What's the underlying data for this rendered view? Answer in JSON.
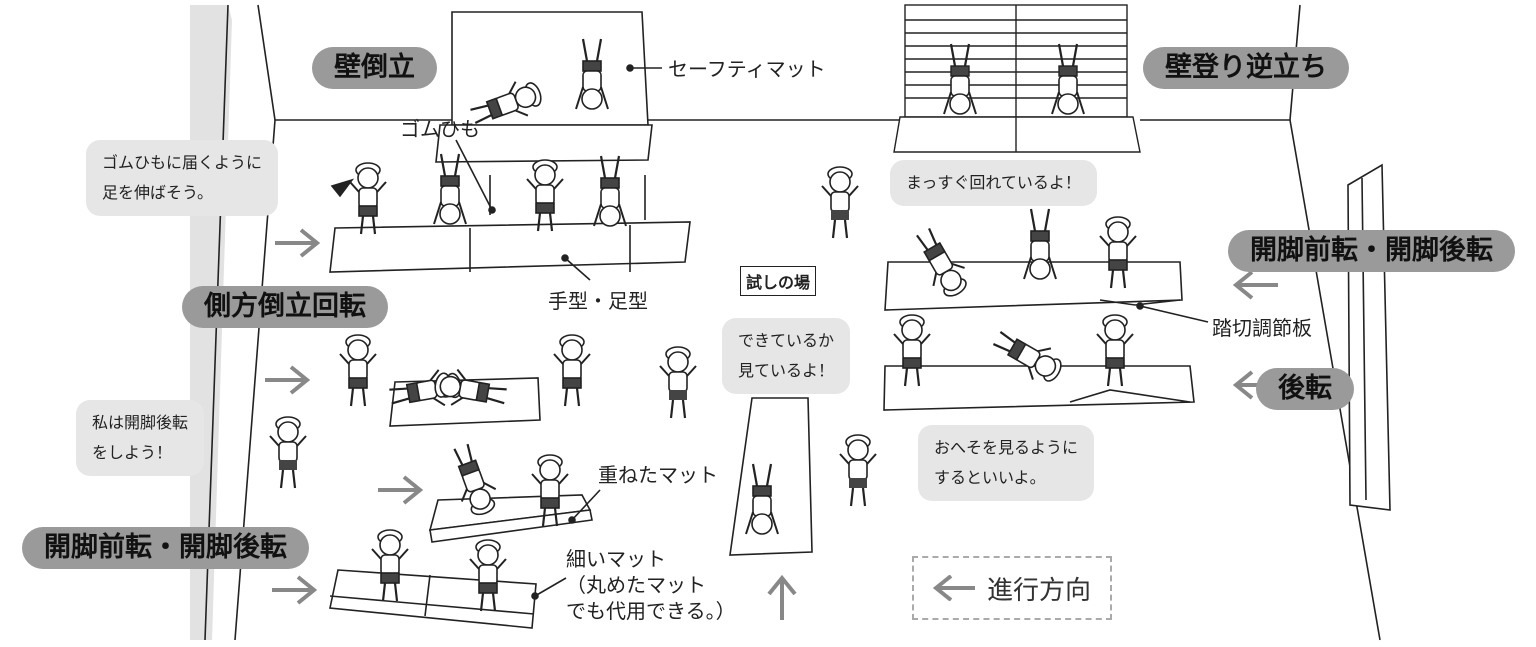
{
  "labels": {
    "wall_handstand": "壁倒立",
    "wall_climb_handstand": "壁登り逆立ち",
    "cartwheel": "側方倒立回転",
    "straddle_left": "開脚前転・開脚後転",
    "straddle_right": "開脚前転・開脚後転",
    "backward_roll": "後転",
    "safety_mat": "セーフティマット",
    "rubber_string": "ゴムひも",
    "hand_foot_marks": "手型・足型",
    "stacked_mats": "重ねたマット",
    "thin_mat_line1": "細いマット",
    "thin_mat_line2": "（丸めたマット",
    "thin_mat_line3": "でも代用できる。）",
    "springboard": "踏切調節板",
    "trial_area": "試しの場",
    "direction_legend": "進行方向"
  },
  "bubbles": {
    "reach_string": [
      "ゴムひもに届くように",
      "足を伸ばそう。"
    ],
    "rolling_straight": [
      "まっすぐ回れているよ！"
    ],
    "watching": [
      "できているか",
      "見ているよ！"
    ],
    "straddle_back": [
      "私は開脚後転",
      "をしよう！"
    ],
    "look_belly": [
      "おへそを見るように",
      "するといいよ。"
    ]
  },
  "colors": {
    "pill_bg": "#9a9a9a",
    "bubble_bg": "#e6e6e6",
    "arrow": "#888888",
    "line": "#222222",
    "wall_shade": "#e2e2e2"
  },
  "icons": {
    "direction_arrow": "left-arrow-icon",
    "child_figure": "child-figure-icon"
  }
}
